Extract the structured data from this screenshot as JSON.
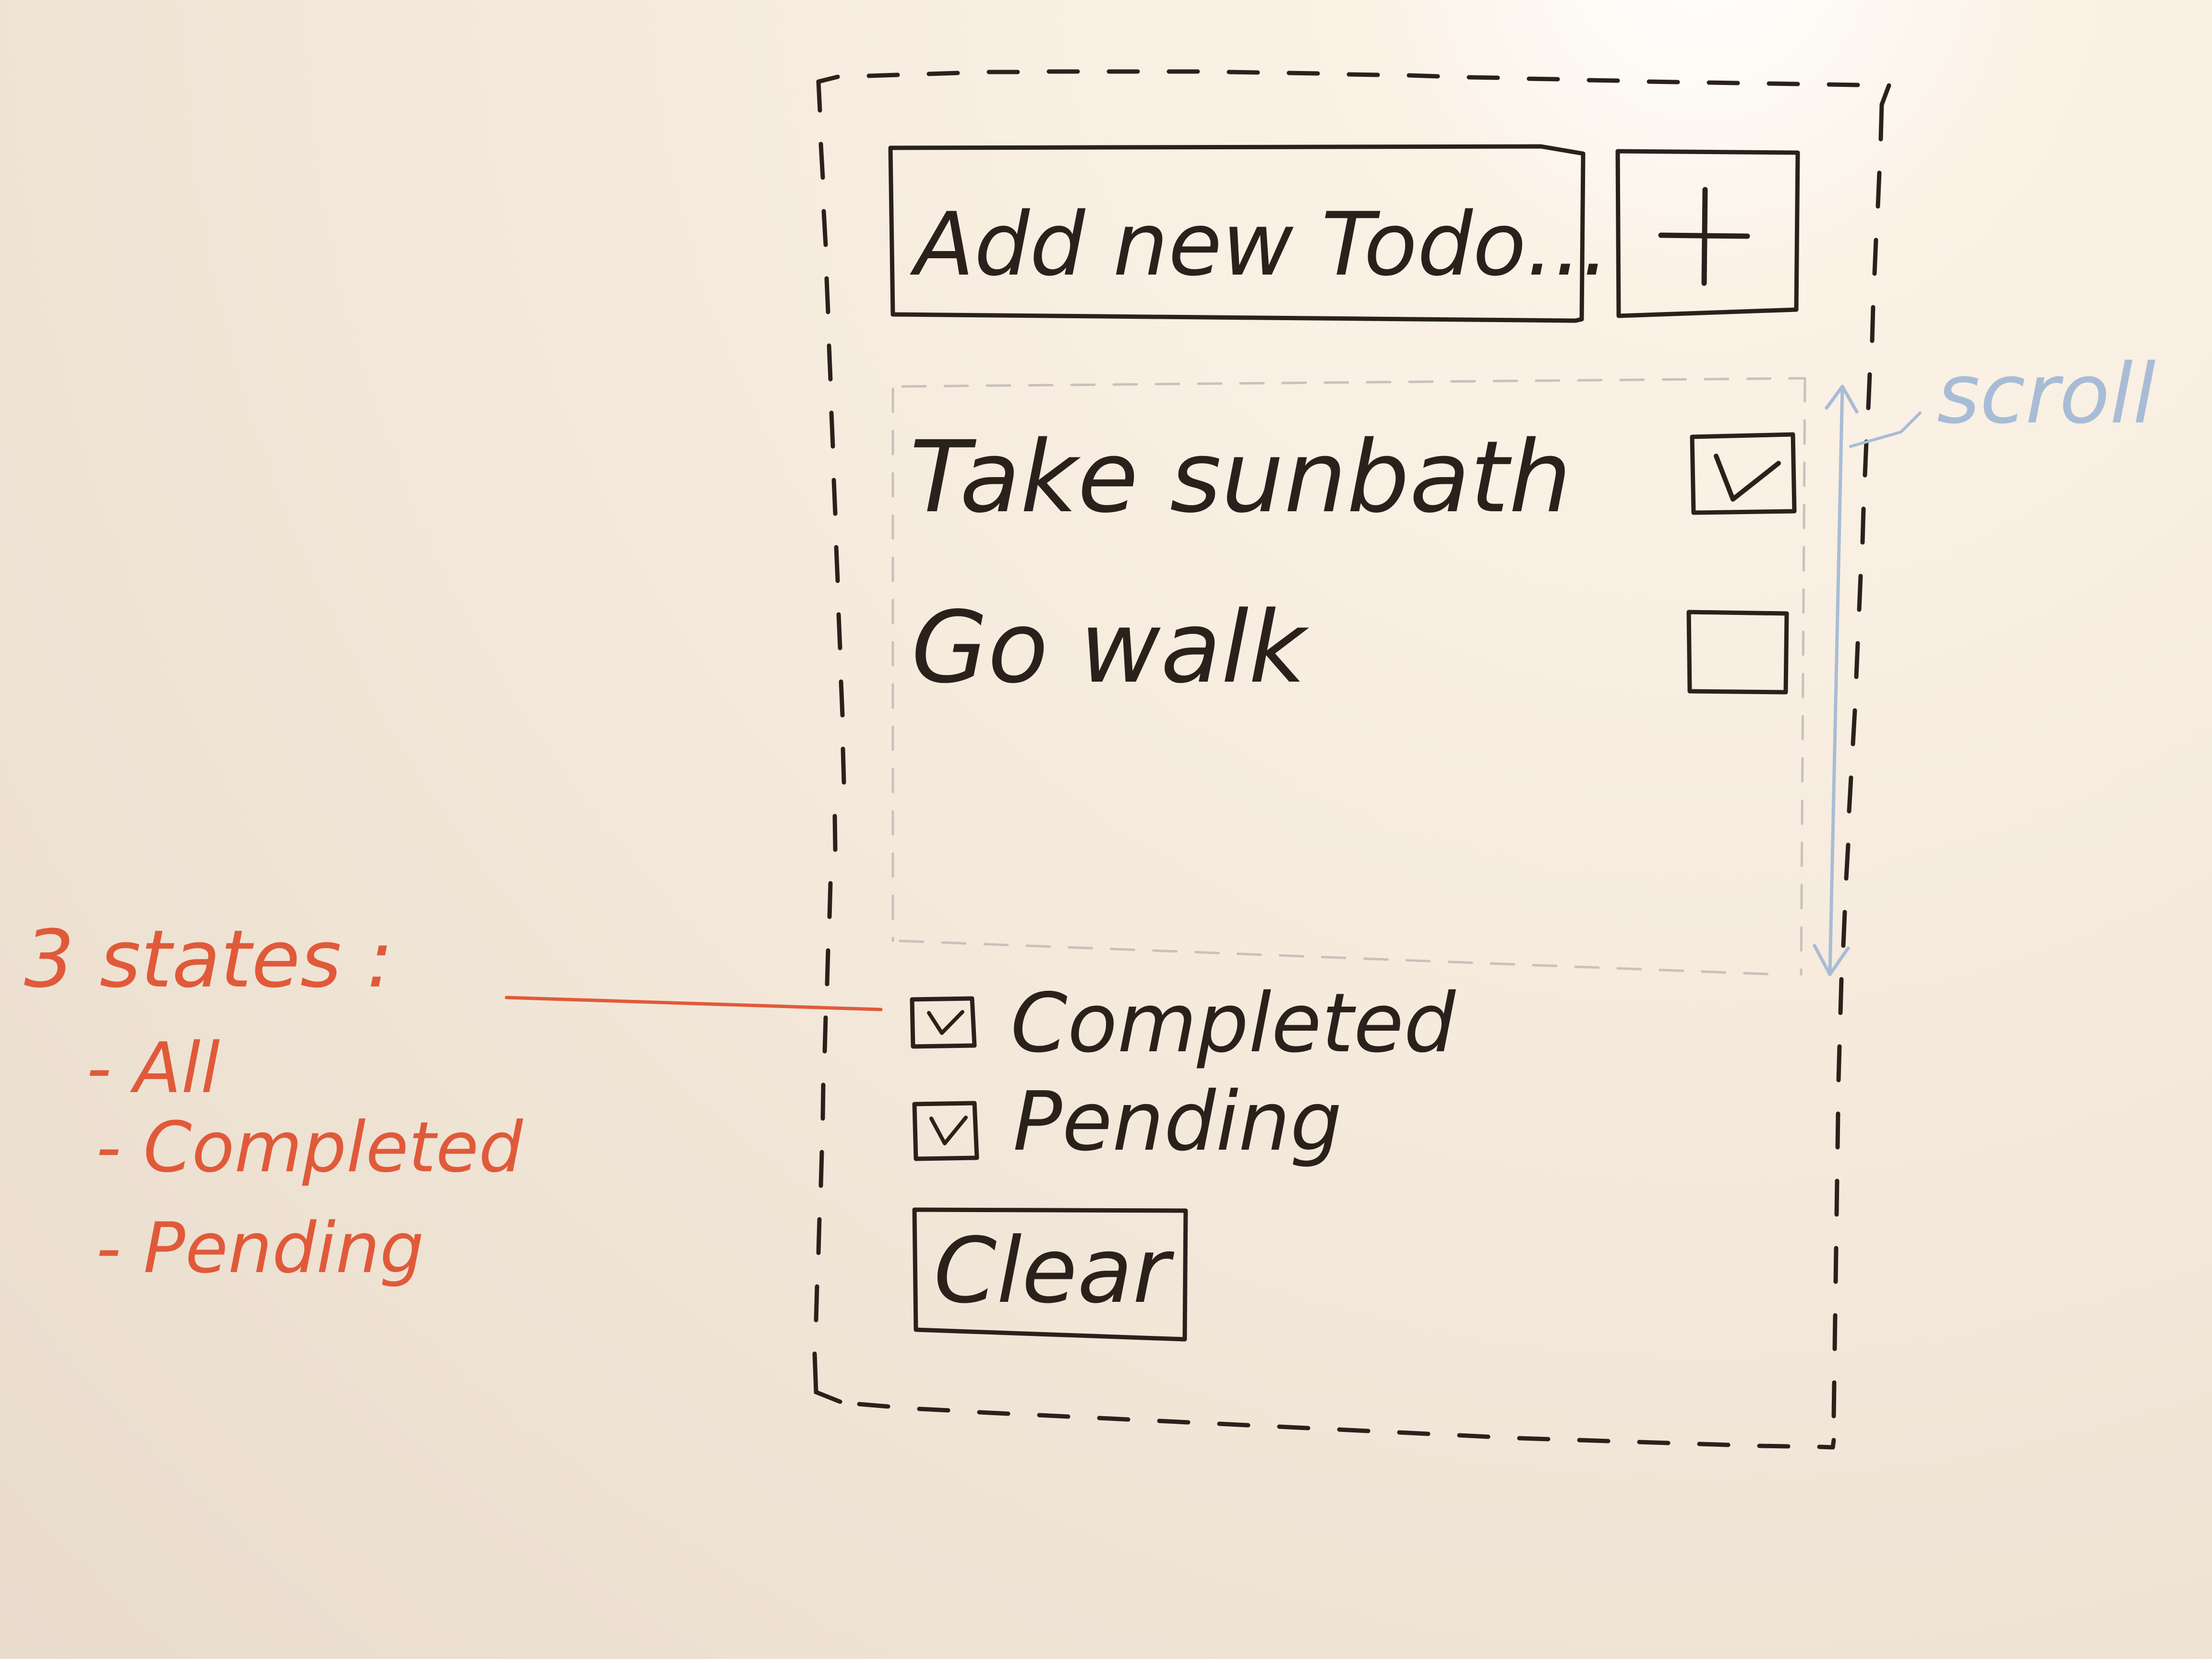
{
  "todo_app": {
    "input": {
      "placeholder": "Add new Todo..."
    },
    "add_button": {
      "label": "+"
    },
    "list": {
      "scroll_label": "scroll",
      "items": [
        {
          "text": "Take sunbath",
          "checked": true
        },
        {
          "text": "Go walk",
          "checked": false
        }
      ]
    },
    "filters": [
      {
        "label": "Completed",
        "checked": true
      },
      {
        "label": "Pending",
        "checked": true
      }
    ],
    "clear_button": {
      "label": "Clear"
    }
  },
  "annotation": {
    "title": "3 states :",
    "states": [
      "- All",
      "- Completed",
      "- Pending"
    ]
  },
  "colors": {
    "marker_black": "#2b211c",
    "marker_red": "#e05a3a",
    "marker_blue": "#a8bcd6",
    "whiteboard": "#f6ebdd"
  },
  "icons": {
    "check": "check-icon",
    "plus": "plus-icon",
    "scroll_arrow": "scroll-arrow-icon"
  }
}
